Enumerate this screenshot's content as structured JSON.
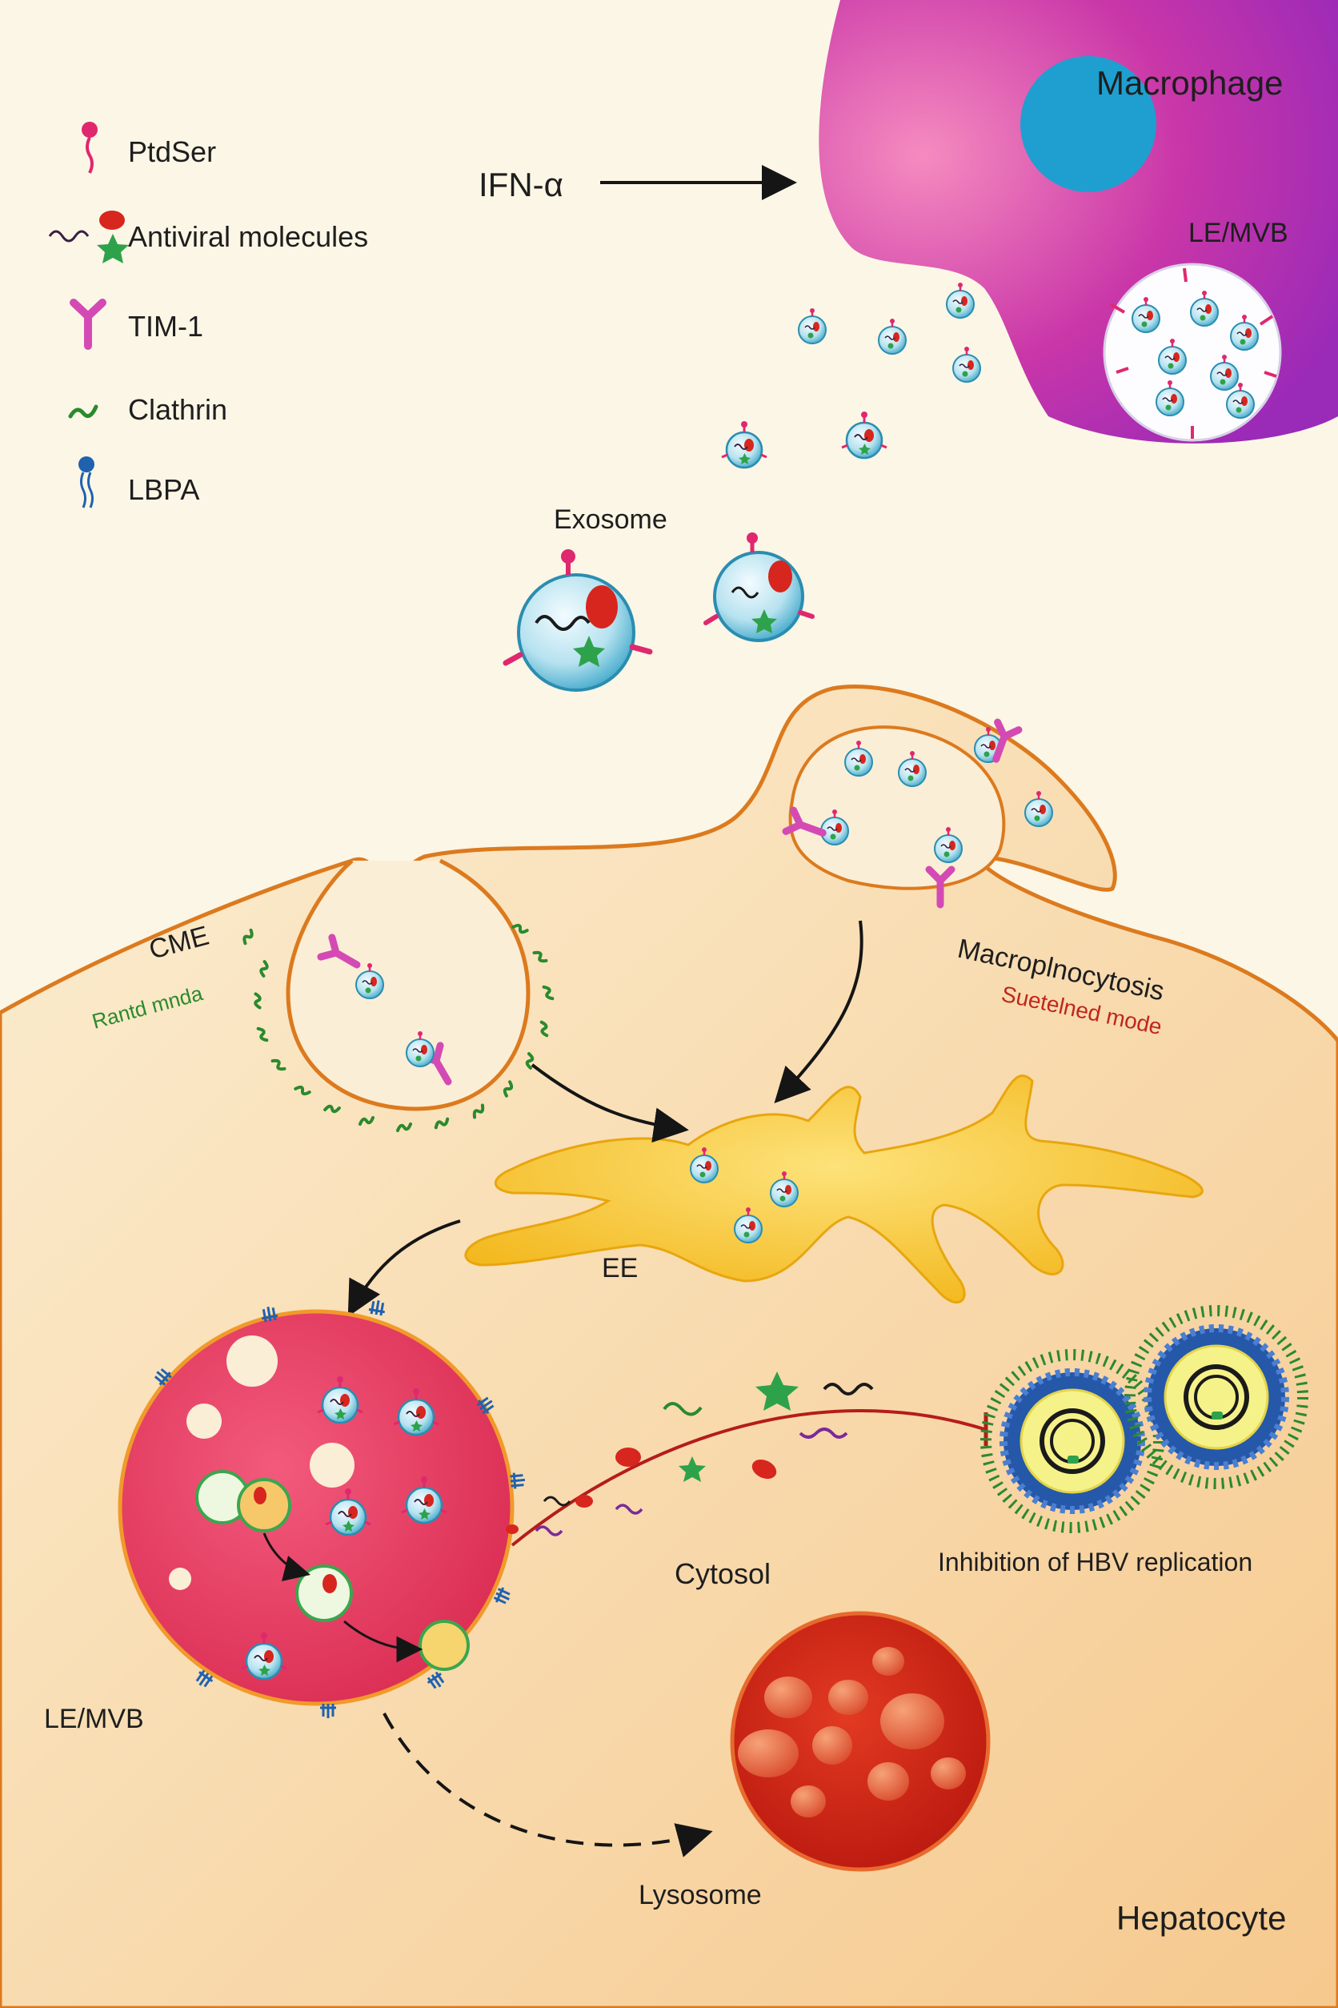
{
  "legend": {
    "ptdser": "PtdSer",
    "antiviral": "Antiviral molecules",
    "tim1": "TIM-1",
    "clathrin": "Clathrin",
    "lbpa": "LBPA"
  },
  "labels": {
    "ifn": "IFN-α",
    "macrophage": "Macrophage",
    "le_mvb_macrophage": "LE/MVB",
    "exosome": "Exosome",
    "cme": "CME",
    "cme_mode": "Rantd mnda",
    "macropinocytosis": "Macroplnocytosis",
    "macro_mode": "Suetelned mode",
    "ee": "EE",
    "le_mvb_hepatocyte": "LE/MVB",
    "cytosol": "Cytosol",
    "hbv": "Inhibition of HBV replication",
    "lysosome": "Lysosome",
    "hepatocyte": "Hepatocyte"
  },
  "colors": {
    "background": "#fbf6e6",
    "hepatocyte": "#f7d9a8",
    "membrane": "#dc7a1e",
    "macrophage": "#c23ab6",
    "macrophage_nucleus": "#1e9fcf",
    "ptdser": "#e0286e",
    "tim1": "#d44ab4",
    "clathrin": "#2a8a2e",
    "lbpa": "#1f62b0",
    "early_endosome": "#f7c52a",
    "late_endosome": "#ea3d62",
    "lysosome": "#cf2c1a",
    "hbv_capsid": "#2558a8",
    "hbv_core": "#f6f28a"
  }
}
